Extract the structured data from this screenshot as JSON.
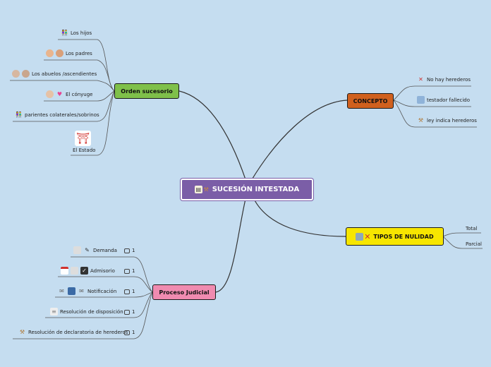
{
  "central": {
    "label": "SUCESIÓN INTESTADA",
    "color": "#7b5ea7"
  },
  "branches": {
    "orden": {
      "label": "Orden sucesorio",
      "color": "#7fc04a",
      "items": [
        "Los hijos",
        "Los padres",
        "Los abuelos /ascendientes",
        "El cónyuge",
        "parientes colaterales/sobrinos",
        "El Estado"
      ]
    },
    "concepto": {
      "label": "CONCEPTO",
      "color": "#d0601e",
      "items": [
        "No hay herederos",
        "testador fallecido",
        "ley indica herederos"
      ]
    },
    "tipos": {
      "label": "TIPOS DE NULIDAD",
      "color": "#f7e600",
      "items": [
        "Total",
        "Parcial"
      ]
    },
    "proceso": {
      "label": "Proceso Judicial",
      "color": "#f08bb0",
      "items": [
        "Demanda",
        "Admisorio",
        "Notificación",
        "Resolución de disposición",
        "Resolución de declaratoria de herederos"
      ],
      "comment_count": "1"
    }
  },
  "icons": [
    "document-icon",
    "gavel-icon",
    "family-icon",
    "parents-icon",
    "grandparents-icon",
    "spouse-icon",
    "heart-icon",
    "relatives-icon",
    "state-building-icon",
    "cross-icon",
    "person-icon",
    "folder-icon",
    "calendar-icon",
    "check-icon",
    "mail-icon",
    "mailbox-icon",
    "note-icon",
    "comment-icon"
  ]
}
